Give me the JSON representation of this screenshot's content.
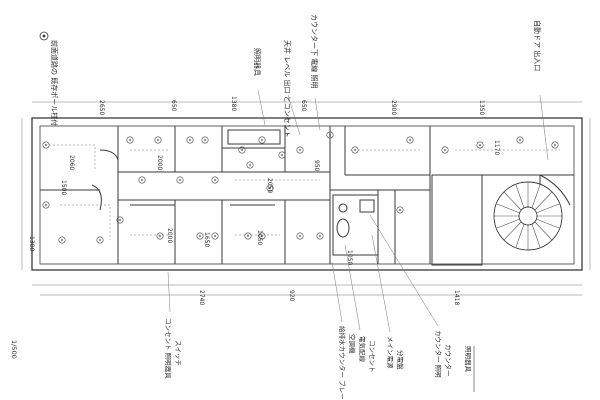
{
  "scale_label": "1/500",
  "notes": {
    "top_left": "前面道路の 既存ポール柱付",
    "top_center_left": "照明器具",
    "top_center_mid": "天井 レベル 出口 とコンセント",
    "top_center_right": "カウンター下 電線 照明",
    "top_right": "自動ドア 出入口",
    "bottom_left_1": "コンセント 照明器具",
    "bottom_left_2": "スイッチ",
    "bottom_mid_1": "給排水カウンター ブレーカー",
    "bottom_mid_2": "空調機",
    "bottom_mid_3": "電気配線",
    "bottom_mid_4": "コンセント",
    "bottom_center_1": "メイン電源",
    "bottom_center_2": "分電盤",
    "bottom_right_1": "カウンター 照明",
    "bottom_right_2": "カウンター",
    "bottom_right_3": "照明器具"
  },
  "dims": {
    "d1": "2650",
    "d2": "650",
    "d3": "1380",
    "d4": "650",
    "d5": "2900",
    "d6": "1350",
    "d7": "2060",
    "d8": "2000",
    "d9": "1500",
    "d10": "2000",
    "d11": "1650",
    "d12": "1050",
    "d13": "1300",
    "d14": "2050",
    "d15": "1170",
    "d16": "950",
    "d17": "1050",
    "d18": "2740",
    "d19": "920",
    "d20": "1418"
  }
}
